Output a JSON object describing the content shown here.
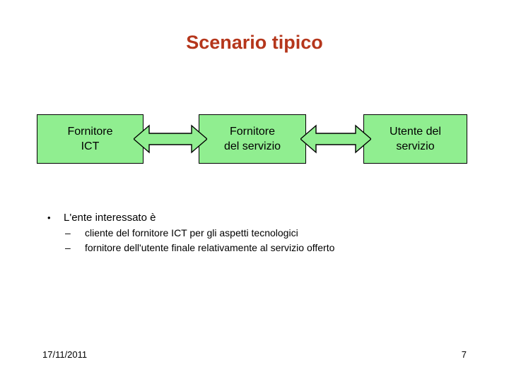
{
  "slide": {
    "title": "Scenario tipico",
    "title_color": "#b5361b",
    "background_color": "#ffffff"
  },
  "diagram": {
    "node_fill_color": "#90ee90",
    "node_border_color": "#000000",
    "nodes": [
      {
        "id": "fornitore-ict",
        "label": "Fornitore\nICT"
      },
      {
        "id": "fornitore-del-servizio",
        "label": "Fornitore\ndel servizio"
      },
      {
        "id": "utente-del-servizio",
        "label": "Utente del\nservizio"
      }
    ],
    "connectors": [
      {
        "id": "connector-1",
        "kind": "double-headed-arrow",
        "from": "fornitore-ict",
        "to": "fornitore-del-servizio"
      },
      {
        "id": "connector-2",
        "kind": "double-headed-arrow",
        "from": "fornitore-del-servizio",
        "to": "utente-del-servizio"
      }
    ]
  },
  "body": {
    "bullets": [
      {
        "marker": "•",
        "text": "L'ente interessato è",
        "children": [
          {
            "marker": "–",
            "text": "cliente del fornitore ICT per gli aspetti tecnologici"
          },
          {
            "marker": "–",
            "text": "fornitore dell'utente finale relativamente al servizio offerto"
          }
        ]
      }
    ]
  },
  "footer": {
    "date": "17/11/2011",
    "page_number": "7"
  }
}
